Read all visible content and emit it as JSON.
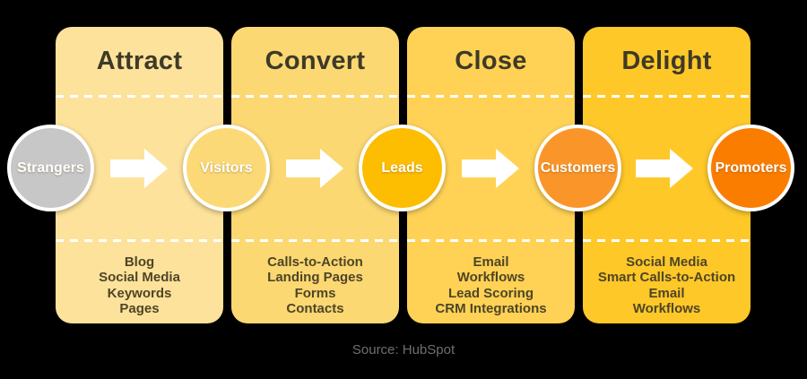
{
  "diagram": {
    "caption": "Source: HubSpot",
    "stages": [
      {
        "title": "Attract",
        "color": "#FDE29B",
        "items": [
          "Blog",
          "Social Media",
          "Keywords",
          "Pages"
        ]
      },
      {
        "title": "Convert",
        "color": "#FCD873",
        "items": [
          "Calls-to-Action",
          "Landing Pages",
          "Forms",
          "Contacts"
        ]
      },
      {
        "title": "Close",
        "color": "#FFD255",
        "items": [
          "Email",
          "Workflows",
          "Lead Scoring",
          "CRM Integrations"
        ]
      },
      {
        "title": "Delight",
        "color": "#FFC829",
        "items": [
          "Social Media",
          "Smart Calls-to-Action",
          "Email",
          "Workflows"
        ]
      }
    ],
    "audiences": [
      {
        "label": "Strangers",
        "color": "#C7C7C7"
      },
      {
        "label": "Visitors",
        "color": "#FCD977"
      },
      {
        "label": "Leads",
        "color": "#FDBD00"
      },
      {
        "label": "Customers",
        "color": "#FA9629"
      },
      {
        "label": "Promoters",
        "color": "#FA7D00"
      }
    ],
    "arrow_color": "#FFFFFF",
    "divider_color": "#FFFFFF",
    "title_color": "#3E3A27",
    "item_color": "#4E4526",
    "label_color": "#FFFFFF",
    "caption_color": "#6F6F6F",
    "background": "#000000"
  }
}
